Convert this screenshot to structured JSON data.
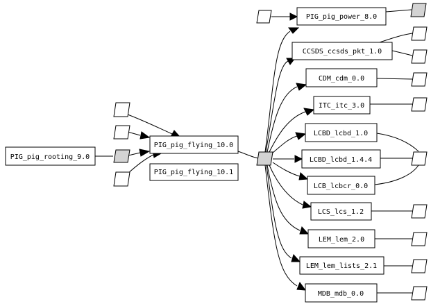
{
  "colors": {
    "filled_port": "#d3d3d3",
    "empty_port": "#ffffff",
    "line": "#000000"
  },
  "nodes": {
    "rooting": {
      "label": "PIG_pig_rooting_9.0"
    },
    "flying_10_0": {
      "label": "PIG_pig_flying_10.0"
    },
    "flying_10_1": {
      "label": "PIG_pig_flying_10.1"
    },
    "power": {
      "label": "PIG_pig_power_8.0"
    },
    "ccsds": {
      "label": "CCSDS_ccsds_pkt_1.0"
    },
    "cdm": {
      "label": "CDM_cdm_0.0"
    },
    "itc": {
      "label": "ITC_itc_3.0"
    },
    "lcbd_1_0": {
      "label": "LCBD_lcbd_1.0"
    },
    "lcbd_1_4_4": {
      "label": "LCBD_lcbd_1.4.4"
    },
    "lcbcr": {
      "label": "LCB_lcbcr_0.0"
    },
    "lcs": {
      "label": "LCS_lcs_1.2"
    },
    "lem": {
      "label": "LEM_lem_2.0"
    },
    "lem_lists": {
      "label": "LEM_lem_lists_2.1"
    },
    "mdb": {
      "label": "MDB_mdb_0.0"
    }
  }
}
